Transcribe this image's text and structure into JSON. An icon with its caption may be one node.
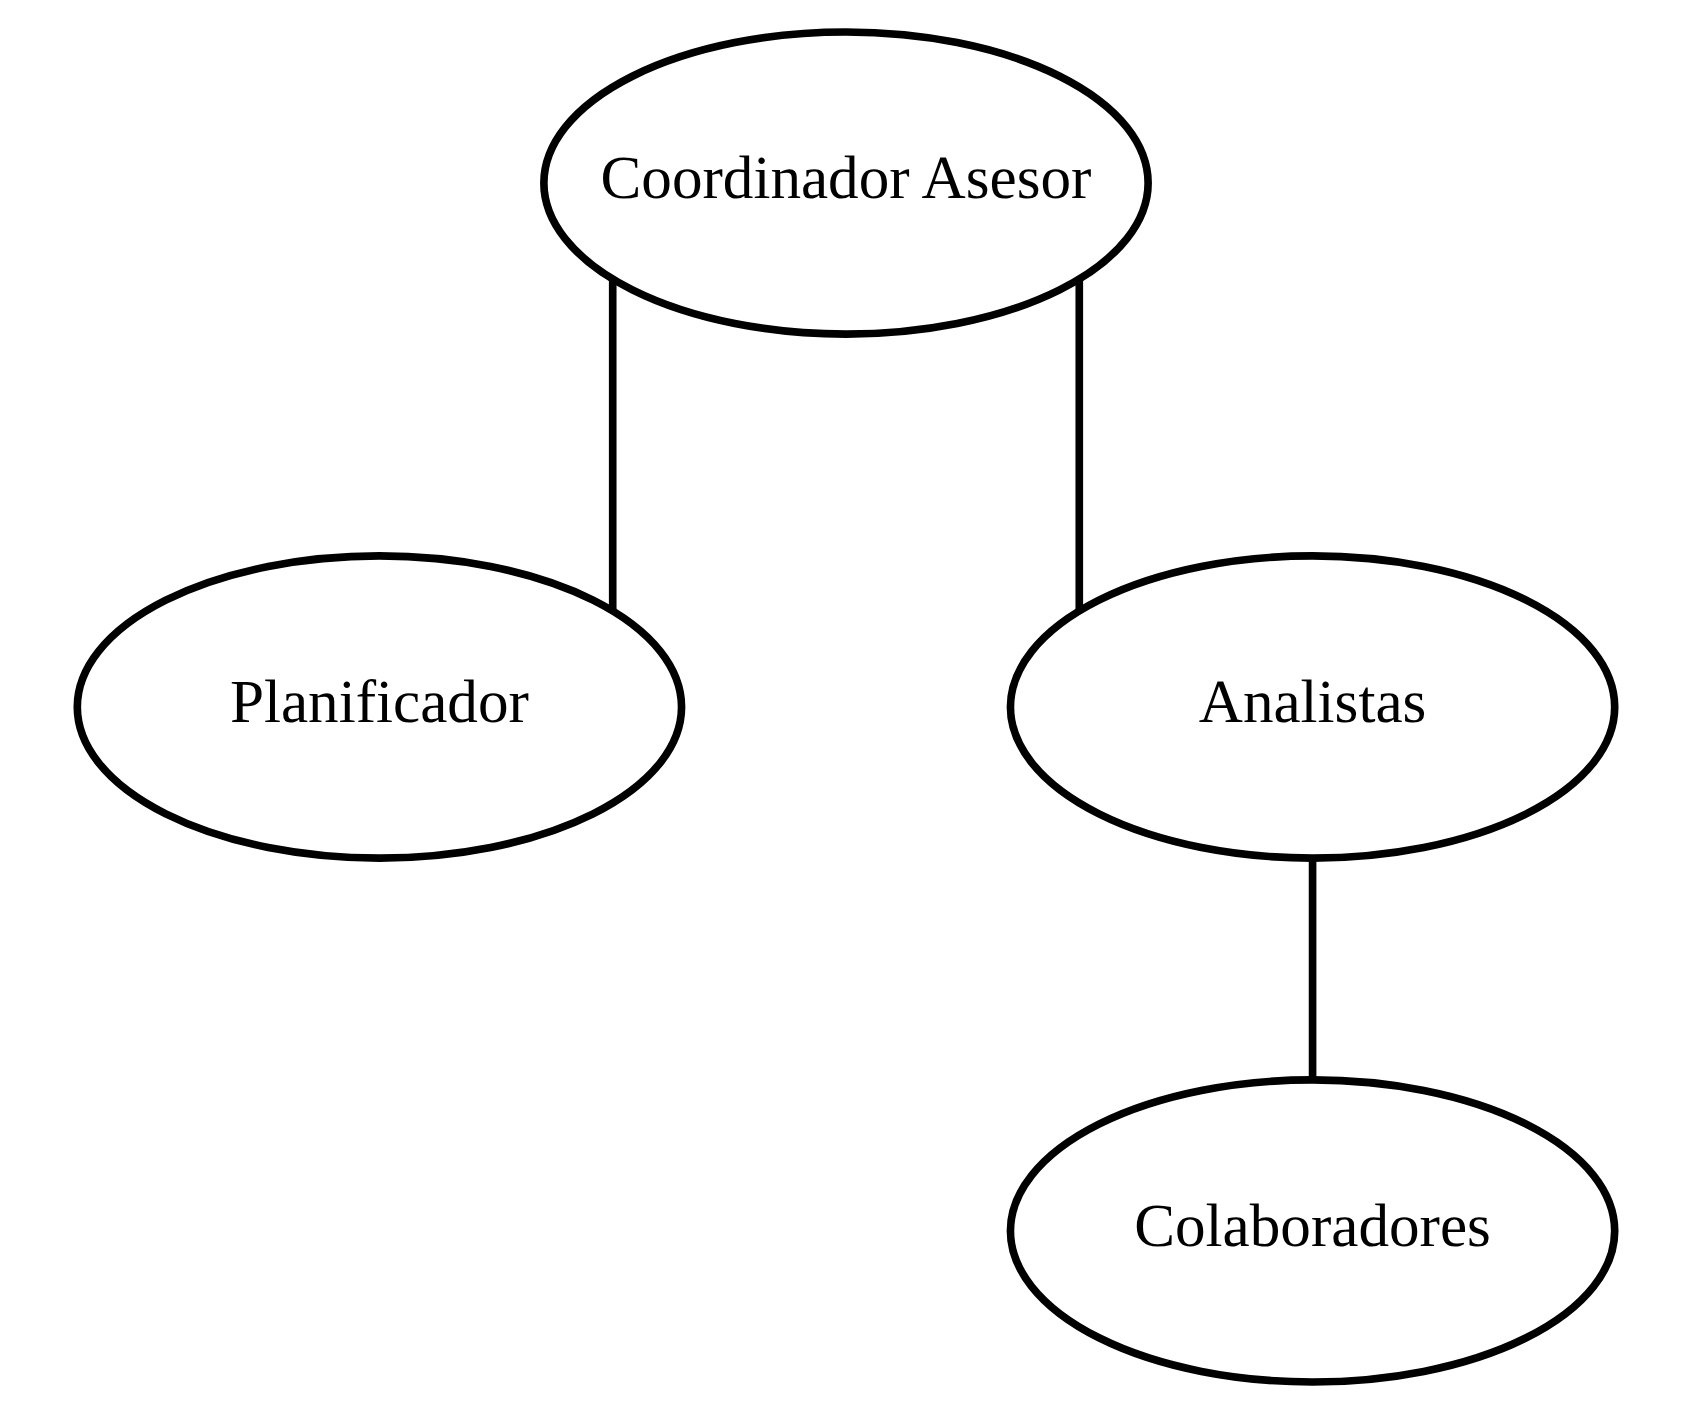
{
  "diagram": {
    "nodes": [
      {
        "text": [
          "Coordinador Asesor"
        ]
      },
      {
        "text": [
          "Planificador"
        ]
      },
      {
        "text": [
          "Analistas"
        ]
      },
      {
        "text": [
          "Colaboradores"
        ]
      }
    ],
    "edges": [
      {
        "from": 0,
        "to": 2,
        "arrow": "none"
      },
      {
        "from": 0,
        "to": 1,
        "arrow": "none"
      },
      {
        "from": 2,
        "to": 3,
        "arrow": "none"
      }
    ]
  }
}
